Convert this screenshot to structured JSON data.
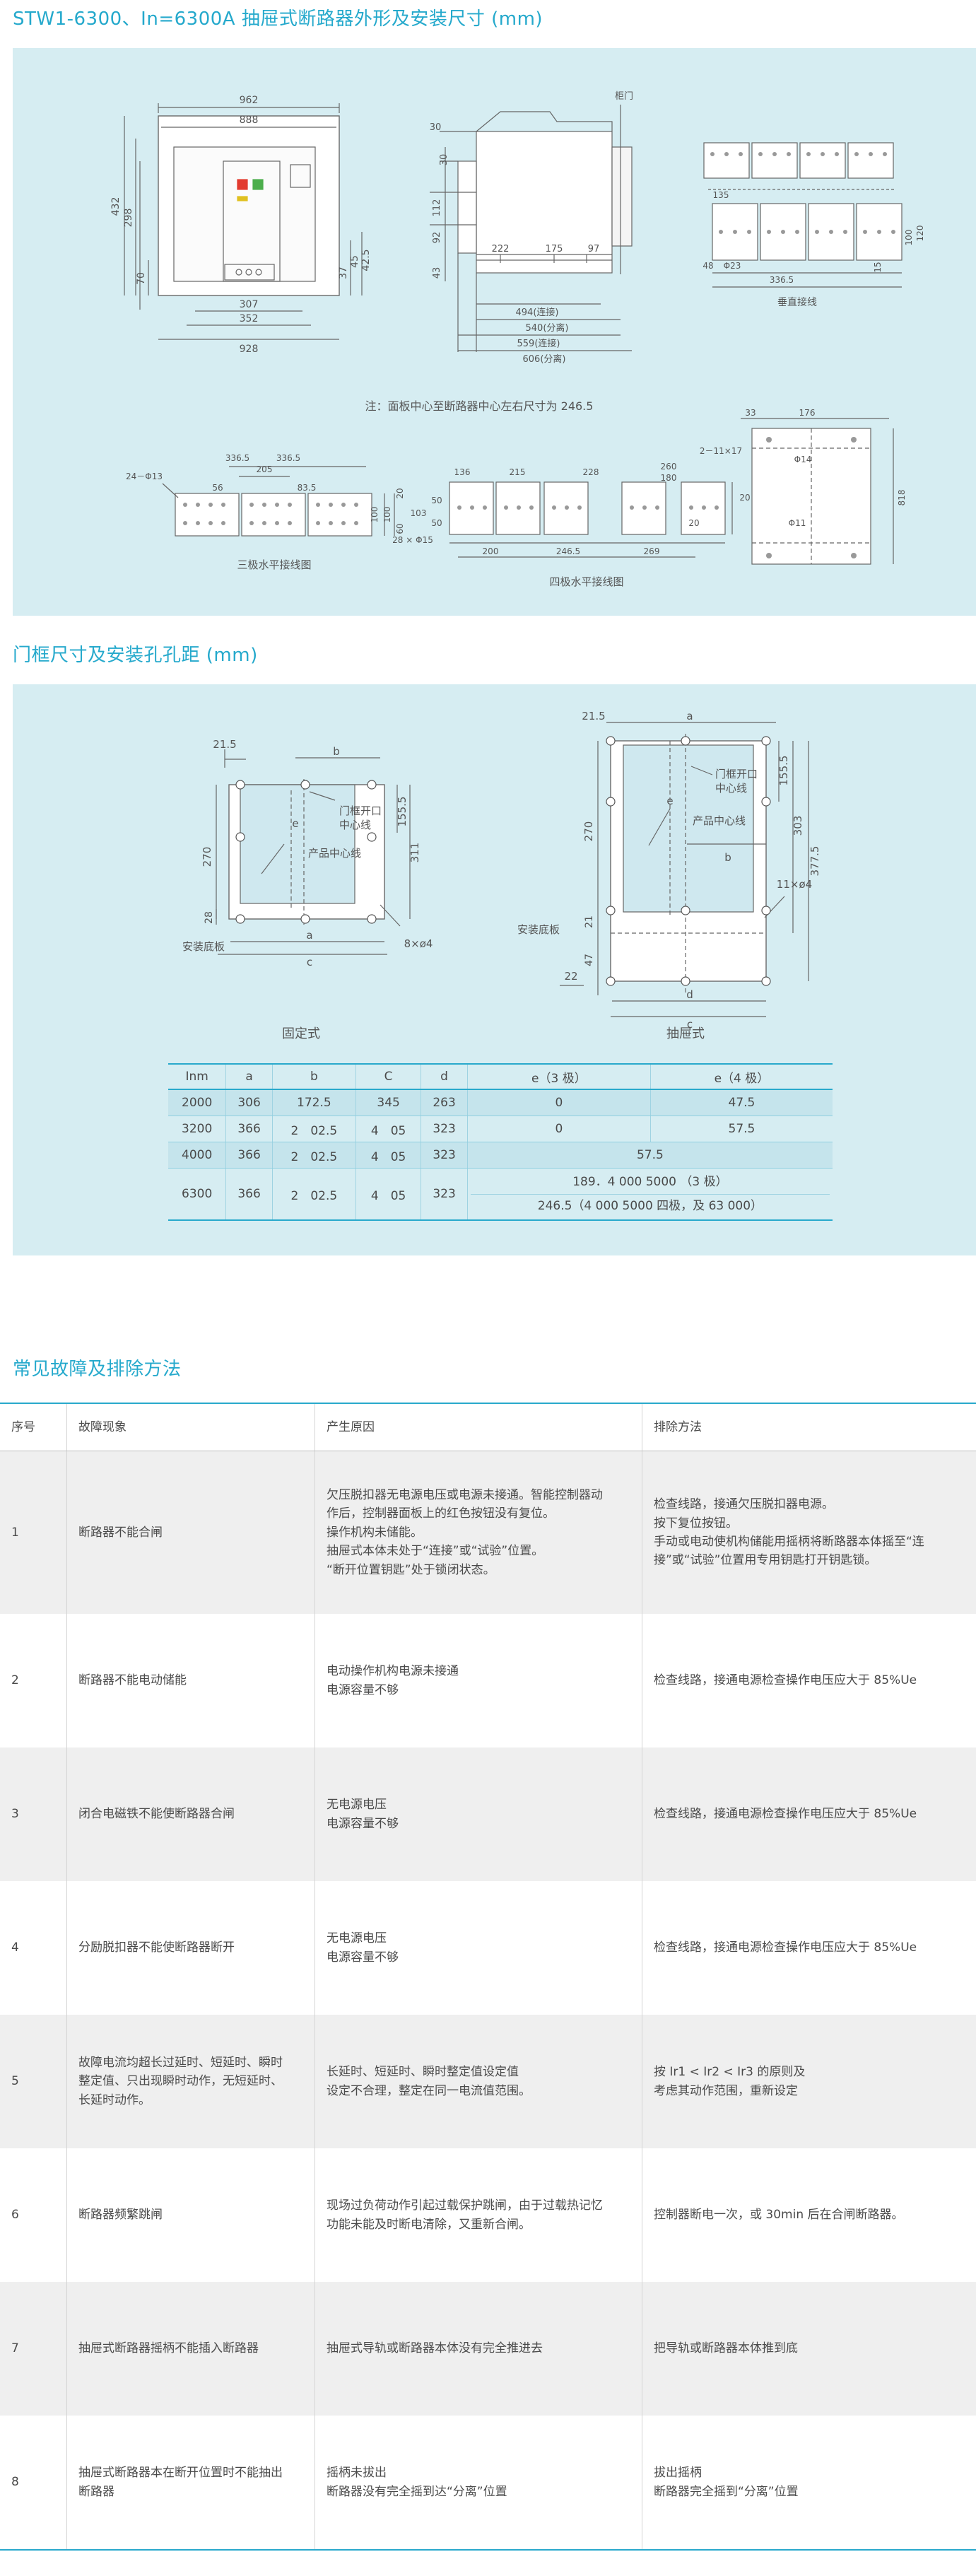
{
  "section1": {
    "title": "STW1-6300、In=6300A 抽屉式断路器外形及安装尺寸 (mm)",
    "note": "注：面板中心至断路器中心左右尺寸为 246.5",
    "front": {
      "d962": "962",
      "d888": "888",
      "d307": "307",
      "d352": "352",
      "d928": "928",
      "d432": "432",
      "d298": "298",
      "d70": "70",
      "d37": "37",
      "d45": "45",
      "d425": "42.5"
    },
    "side": {
      "door": "柜门",
      "d30": "30",
      "d30b": "30",
      "d112": "112",
      "d92": "92",
      "d43": "43",
      "d222": "222",
      "d175": "175",
      "d97": "97",
      "d494": "494(连接)",
      "d540": "540(分离)",
      "d559": "559(连接)",
      "d606": "606(分离)"
    },
    "vertical": {
      "caption": "垂直接线",
      "d135": "135",
      "d48": "48",
      "d23": "Φ23",
      "d3365": "336.5",
      "d15": "15",
      "d100": "100",
      "d120": "120"
    },
    "three": {
      "caption": "三极水平接线图",
      "d3365a": "336.5",
      "d3365b": "336.5",
      "d24": "24－Φ13",
      "d56": "56",
      "d205": "205",
      "d835": "83.5",
      "d100a": "100",
      "d100b": "100",
      "d20": "20",
      "d60": "60"
    },
    "four": {
      "caption": "四极水平接线图",
      "d136": "136",
      "d215": "215",
      "d228": "228",
      "d260": "260",
      "d180": "180",
      "d103": "103",
      "d50a": "50",
      "d50b": "50",
      "d28": "28 × Φ15",
      "d20": "20",
      "d200": "200",
      "d2465": "246.5",
      "d269": "269",
      "d20b": "20"
    },
    "plate": {
      "d33": "33",
      "d176": "176",
      "d2x11": "2－11×17",
      "phi14": "Φ14",
      "phi11": "Φ11",
      "d818": "818"
    }
  },
  "section2": {
    "title": "门框尺寸及安装孔孔距 (mm)",
    "fixed": {
      "caption": "固定式",
      "d215": "21.5",
      "b": "b",
      "e": "e",
      "a": "a",
      "c": "c",
      "d270": "270",
      "d1555": "155.5",
      "d311": "311",
      "d28": "28",
      "hole": "8×ø4",
      "plate": "安装底板",
      "center1": "门框开口",
      "center2": "中心线",
      "center3": "产品中心线"
    },
    "draw": {
      "caption": "抽屉式",
      "d215": "21.5",
      "a": "a",
      "b": "b",
      "e": "e",
      "d": "d",
      "c": "c",
      "d270": "270",
      "d1555": "155.5",
      "d303": "303",
      "d3775": "377.5",
      "d21": "21",
      "d47": "47",
      "d22": "22",
      "hole": "11×ø4",
      "plate": "安装底板",
      "center1": "门框开口",
      "center2": "中心线",
      "center3": "产品中心线"
    },
    "table": {
      "headers": [
        "Inm",
        "a",
        "b",
        "C",
        "d",
        "e（3 极）",
        "e（4 极）"
      ],
      "rows": [
        [
          "2000",
          "306",
          "172.5",
          "345",
          "263",
          "0",
          "47.5"
        ],
        [
          "3200",
          "366",
          "2　02.5",
          "4　05",
          "323",
          "0",
          "57.5"
        ],
        [
          "4000",
          "366",
          "2　02.5",
          "4　05",
          "323",
          "57.5"
        ],
        [
          "6300",
          "366",
          "2　02.5",
          "4　05",
          "323",
          "189．4 000 5000 （3 极）",
          "246.5（4 000 5000 四极，及 63 000）"
        ]
      ]
    }
  },
  "section3": {
    "title": "常见故障及排除方法",
    "headers": [
      "序号",
      "故障现象",
      "产生原因",
      "排除方法"
    ],
    "rows": [
      {
        "no": "1",
        "symptom": "断路器不能合闸",
        "causes": [
          "欠压脱扣器无电源电压或电源未接通。智能控制器动",
          "作后，控制器面板上的红色按钮没有复位。",
          "操作机构未储能。",
          "抽屉式本体未处于“连接”或“试验”位置。",
          "“断开位置钥匙”处于锁闭状态。"
        ],
        "fixes": [
          "检查线路，接通欠压脱扣器电源。",
          "按下复位按钮。",
          "手动或电动使机构储能用摇柄将断路器本体摇至“连",
          "接”或“试验”位置用专用钥匙打开钥匙锁。"
        ]
      },
      {
        "no": "2",
        "symptom": "断路器不能电动储能",
        "causes": [
          "电动操作机构电源未接通",
          "电源容量不够"
        ],
        "fixes": [
          "检查线路，接通电源检查操作电压应大于 85%Ue"
        ]
      },
      {
        "no": "3",
        "symptom": "闭合电磁铁不能使断路器合闸",
        "causes": [
          "无电源电压",
          "电源容量不够"
        ],
        "fixes": [
          "检查线路，接通电源检查操作电压应大于 85%Ue"
        ]
      },
      {
        "no": "4",
        "symptom": "分励脱扣器不能使断路器断开",
        "causes": [
          "无电源电压",
          "电源容量不够"
        ],
        "fixes": [
          "检查线路，接通电源检查操作电压应大于 85%Ue"
        ]
      },
      {
        "no": "5",
        "symptom": [
          "故障电流均超长过延时、短延时、瞬时",
          "整定值、只出现瞬时动作，无短延时、",
          "长延时动作。"
        ],
        "causes": [
          "长延时、短延时、瞬时整定值设定值",
          "设定不合理，整定在同一电流值范围。"
        ],
        "fixes": [
          "按 Ir1 < Ir2 < Ir3 的原则及",
          "考虑其动作范围，重新设定"
        ]
      },
      {
        "no": "6",
        "symptom": "断路器频繁跳闸",
        "causes": [
          "现场过负荷动作引起过载保护跳闸，由于过载热记忆",
          "功能未能及时断电清除，又重新合闸。"
        ],
        "fixes": [
          "控制器断电一次，或 30min 后在合闸断路器。"
        ]
      },
      {
        "no": "7",
        "symptom": "抽屉式断路器摇柄不能插入断路器",
        "causes": [
          "抽屉式导轨或断路器本体没有完全推进去"
        ],
        "fixes": [
          "把导轨或断路器本体推到底"
        ]
      },
      {
        "no": "8",
        "symptom": [
          "抽屉式断路器本在断开位置时不能抽出",
          "断路器"
        ],
        "causes": [
          "摇柄未拔出",
          "断路器没有完全摇到达“分离”位置"
        ],
        "fixes": [
          "拔出摇柄",
          "断路器完全摇到“分离”位置"
        ]
      }
    ]
  }
}
